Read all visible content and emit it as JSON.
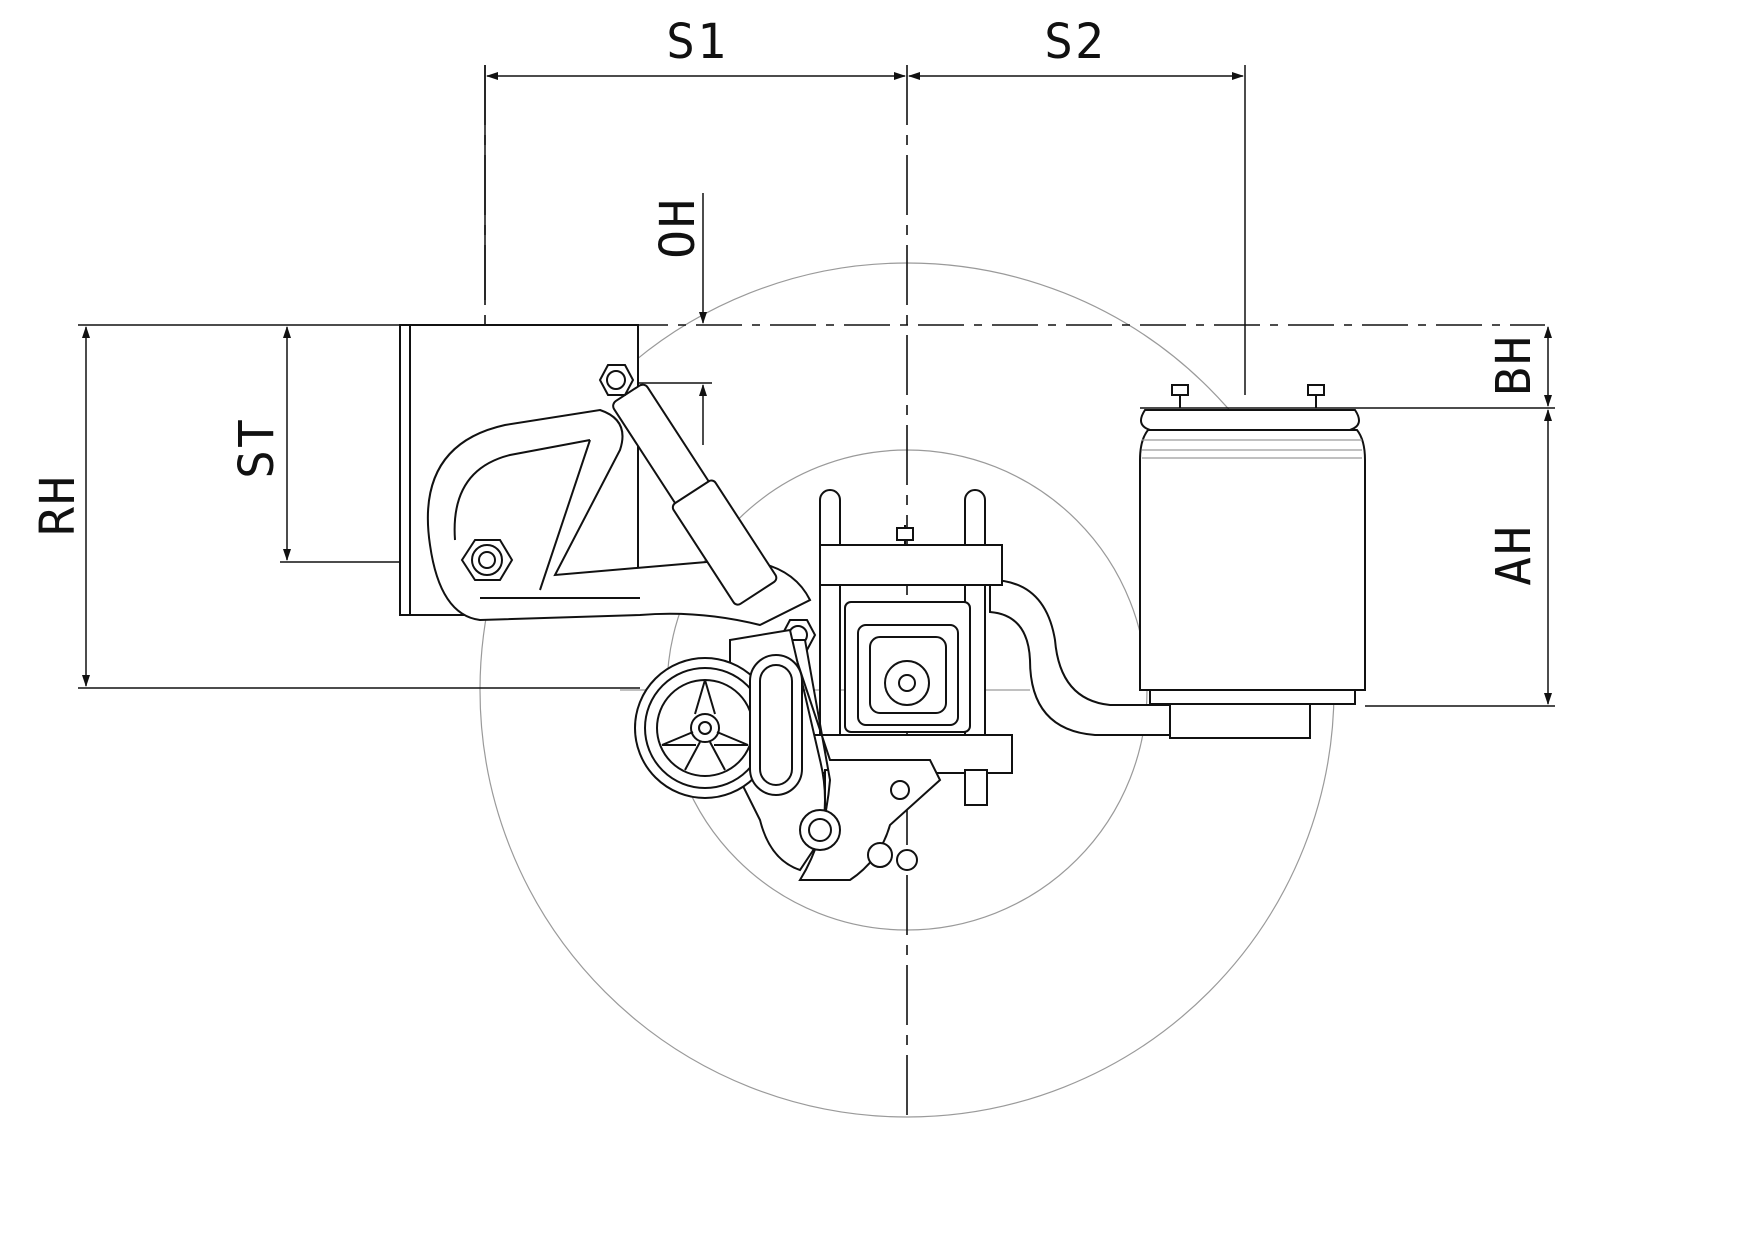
{
  "dimensions": {
    "s1": "S1",
    "s2": "S2",
    "oh": "OH",
    "bh": "BH",
    "st": "ST",
    "rh": "RH",
    "ah": "AH"
  },
  "colors": {
    "line": "#111111",
    "construction": "#9a9a9a",
    "background": "#ffffff"
  }
}
